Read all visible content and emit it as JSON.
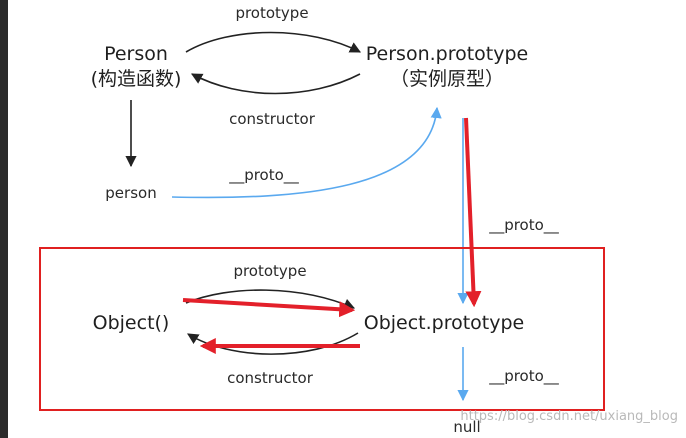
{
  "nodes": {
    "person_constructor": {
      "line1": "Person",
      "line2": "(构造函数)"
    },
    "person_prototype": {
      "line1": "Person.prototype",
      "line2": "（实例原型）"
    },
    "person_instance": "person",
    "object_constructor": "Object()",
    "object_prototype": "Object.prototype",
    "null_node": "null"
  },
  "edges": {
    "top_prototype": "prototype",
    "top_constructor": "constructor",
    "person_proto": "__proto__",
    "person_prototype_proto": "__proto__",
    "object_prototype_label": "prototype",
    "object_constructor_label": "constructor",
    "object_prototype_proto": "__proto__"
  },
  "watermark": "https://blog.csdn.net/uxiang_blog",
  "colors": {
    "black_arrow": "#222222",
    "blue_arrow": "#5aa9ef",
    "red_arrow": "#e3202a",
    "highlight_box": "#e02020"
  }
}
